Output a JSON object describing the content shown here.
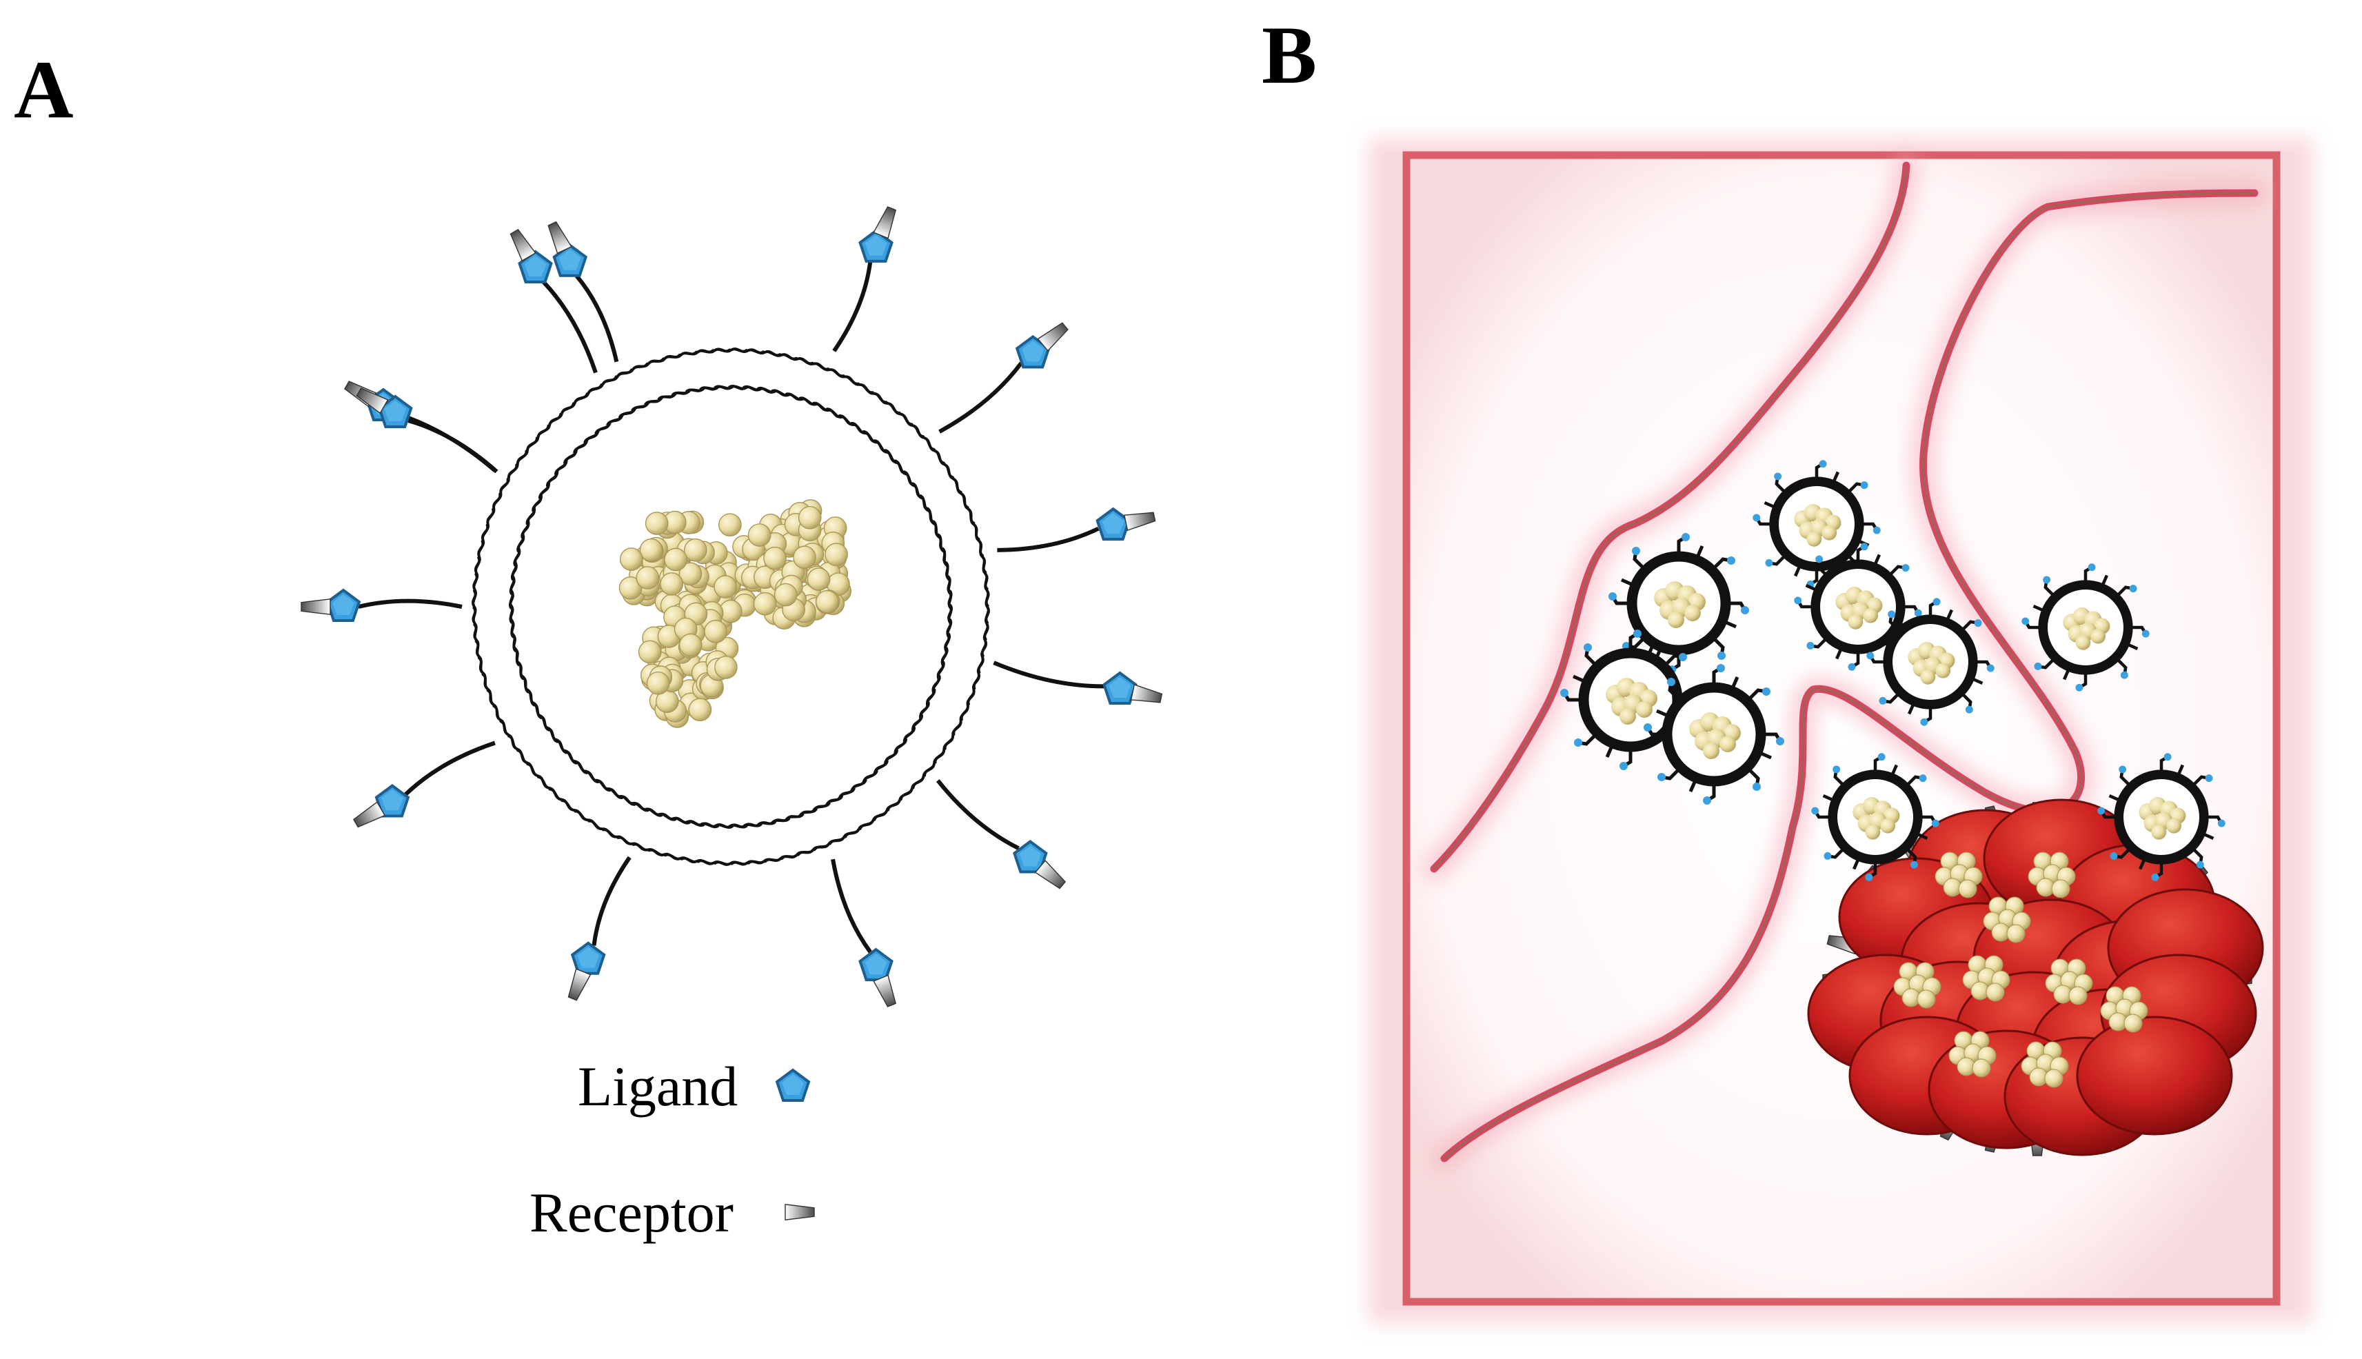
{
  "panels": {
    "a_label": "A",
    "b_label": "B"
  },
  "legend": {
    "ligand_label": "Ligand",
    "receptor_label": "Receptor"
  },
  "colors": {
    "ligand": "#3aa0e0",
    "drug_particle": "#e9dca2",
    "membrane": "#111111",
    "vessel_wall": "#d8455f",
    "tissue_border": "#d96068",
    "tumor_cell": "#c81e1e",
    "receptor": "#f2f2f2"
  },
  "icons": [
    "lipid-bilayer",
    "drug-cluster",
    "ligand-pentagon-icon",
    "receptor-cone-icon",
    "blood-vessel",
    "liposome",
    "tumor-cells"
  ]
}
